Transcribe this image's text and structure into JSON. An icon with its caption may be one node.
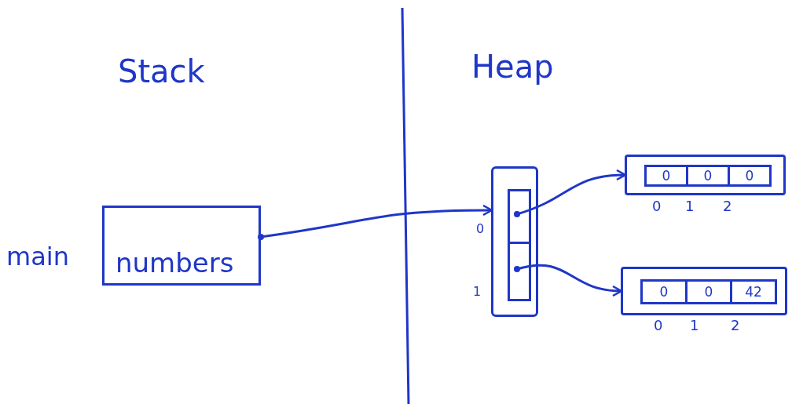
{
  "diagram": {
    "nodes": [
      {
        "text": [
          "numbers"
        ],
        "beside": [
          "main"
        ]
      },
      {
        "text": [],
        "shape": "box"
      },
      {
        "text": [],
        "shape": "box",
        "in": 1
      },
      {
        "text": [],
        "shape": "box",
        "in": 1
      },
      {
        "text": [],
        "shape": "box"
      },
      {
        "text": [
          "0"
        ],
        "in": 4
      },
      {
        "text": [
          "0"
        ],
        "in": 4
      },
      {
        "text": [
          "0"
        ],
        "in": 4
      },
      {
        "text": [],
        "shape": "box"
      },
      {
        "text": [
          "0"
        ],
        "in": 8
      },
      {
        "text": [
          "0"
        ],
        "in": 8
      },
      {
        "text": [
          "42"
        ],
        "in": 8
      }
    ],
    "edges": [
      {
        "from": 0,
        "to": 1,
        "arrow": "to"
      },
      {
        "from": 2,
        "to": 4,
        "arrow": "to"
      },
      {
        "from": 3,
        "to": 8,
        "arrow": "to"
      }
    ],
    "labels": [
      "Stack",
      "Heap",
      "0",
      "1",
      "0",
      "1",
      "2",
      "0",
      "1",
      "2"
    ]
  }
}
